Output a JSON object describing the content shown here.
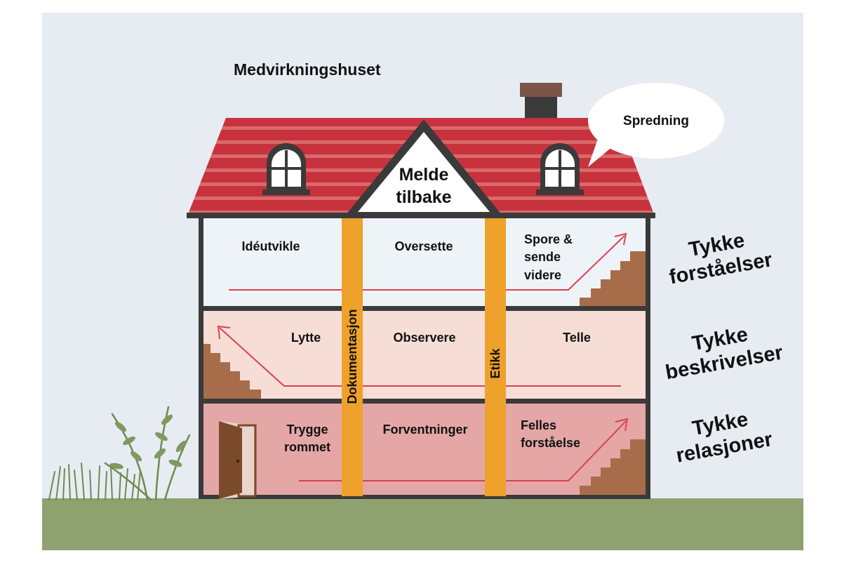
{
  "title": "Medvirkningshuset",
  "roof_label": [
    "Melde",
    "tilbake"
  ],
  "speech_bubble": "Spredning",
  "pillars": {
    "left": "Dokumentasjon",
    "right": "Etikk"
  },
  "floors": {
    "top": {
      "left": "Idéutvikle",
      "center": "Oversette",
      "right": [
        "Spore &",
        "sende",
        "videre"
      ]
    },
    "middle": {
      "left": "Lytte",
      "center": "Observere",
      "right": "Telle"
    },
    "bottom": {
      "left": [
        "Trygge",
        "rommet"
      ],
      "center": "Forventninger",
      "right": [
        "Felles",
        "forståelse"
      ]
    }
  },
  "side_labels": {
    "top": [
      "Tykke",
      "forståelser"
    ],
    "middle": [
      "Tykke",
      "beskrivelser"
    ],
    "bottom": [
      "Tykke",
      "relasjoner"
    ]
  },
  "colors": {
    "sky": "#e7ecf3",
    "ground": "#8fa16f",
    "roof": "#c8323c",
    "roof_stripe": "#d86a6c",
    "top_floor": "#eef3f8",
    "middle_floor": "#f6ddd5",
    "bottom_floor": "#e4a7a6",
    "pillar": "#eea12b",
    "stairs": "#a76d4a",
    "arrow": "#d9434d",
    "wall": "#3a3a3a",
    "door": "#7a4a2a"
  },
  "icons": [
    "window-icon",
    "door-icon",
    "stairs-icon",
    "chimney-icon",
    "plant-icon"
  ]
}
